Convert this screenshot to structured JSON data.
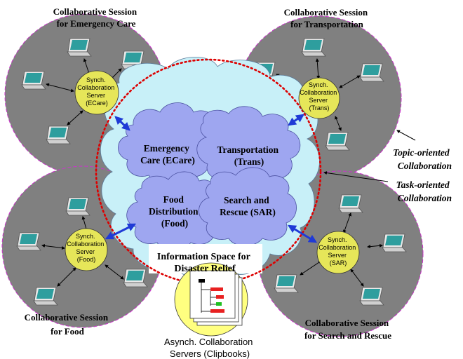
{
  "sessions": {
    "ecare": {
      "line1": "Collaborative Session",
      "line2": "for Emergency Care"
    },
    "trans": {
      "line1": "Collaborative Session",
      "line2": "for Transportation"
    },
    "food": {
      "line1": "Collaborative Session",
      "line2": "for Food"
    },
    "sar": {
      "line1": "Collaborative Session",
      "line2": "for Search and Rescue"
    }
  },
  "servers": {
    "ecare": [
      "Synch.",
      "Collaboration",
      "Server",
      "(ECare)"
    ],
    "trans": [
      "Synch.",
      "Collaboration",
      "Server",
      "(Trans)"
    ],
    "food": [
      "Synch.",
      "Collaboration",
      "Server",
      "(Food)"
    ],
    "sar": [
      "Synch.",
      "Collaboration",
      "Server",
      "(SAR)"
    ]
  },
  "clouds": {
    "ecare": [
      "Emergency",
      "Care (ECare)"
    ],
    "trans": [
      "Transportation",
      "(Trans)"
    ],
    "food": [
      "Food",
      "Distribution",
      "(Food)"
    ],
    "sar": [
      "Search and",
      "Rescue (SAR)"
    ]
  },
  "info_space": [
    "Information Space for",
    "Disaster Relief"
  ],
  "topic_label": [
    "Topic-oriented",
    "Collaboration"
  ],
  "task_label": [
    "Task-oriented",
    "Collaboration"
  ],
  "async_label": [
    "Asynch. Collaboration",
    "Servers (Clipbooks)"
  ],
  "colors": {
    "session_disc": "#808080",
    "session_border": "#cc33cc",
    "server_fill": "#e6e659",
    "cloud_outer": "#c8f0f8",
    "cloud_inner": "#9ea6f0",
    "laptop_screen": "#2e9e9e",
    "blue_arrow": "#1f3ad6",
    "dotted_circle": "#dd0000",
    "clipboard_fill": "#ffff80"
  }
}
